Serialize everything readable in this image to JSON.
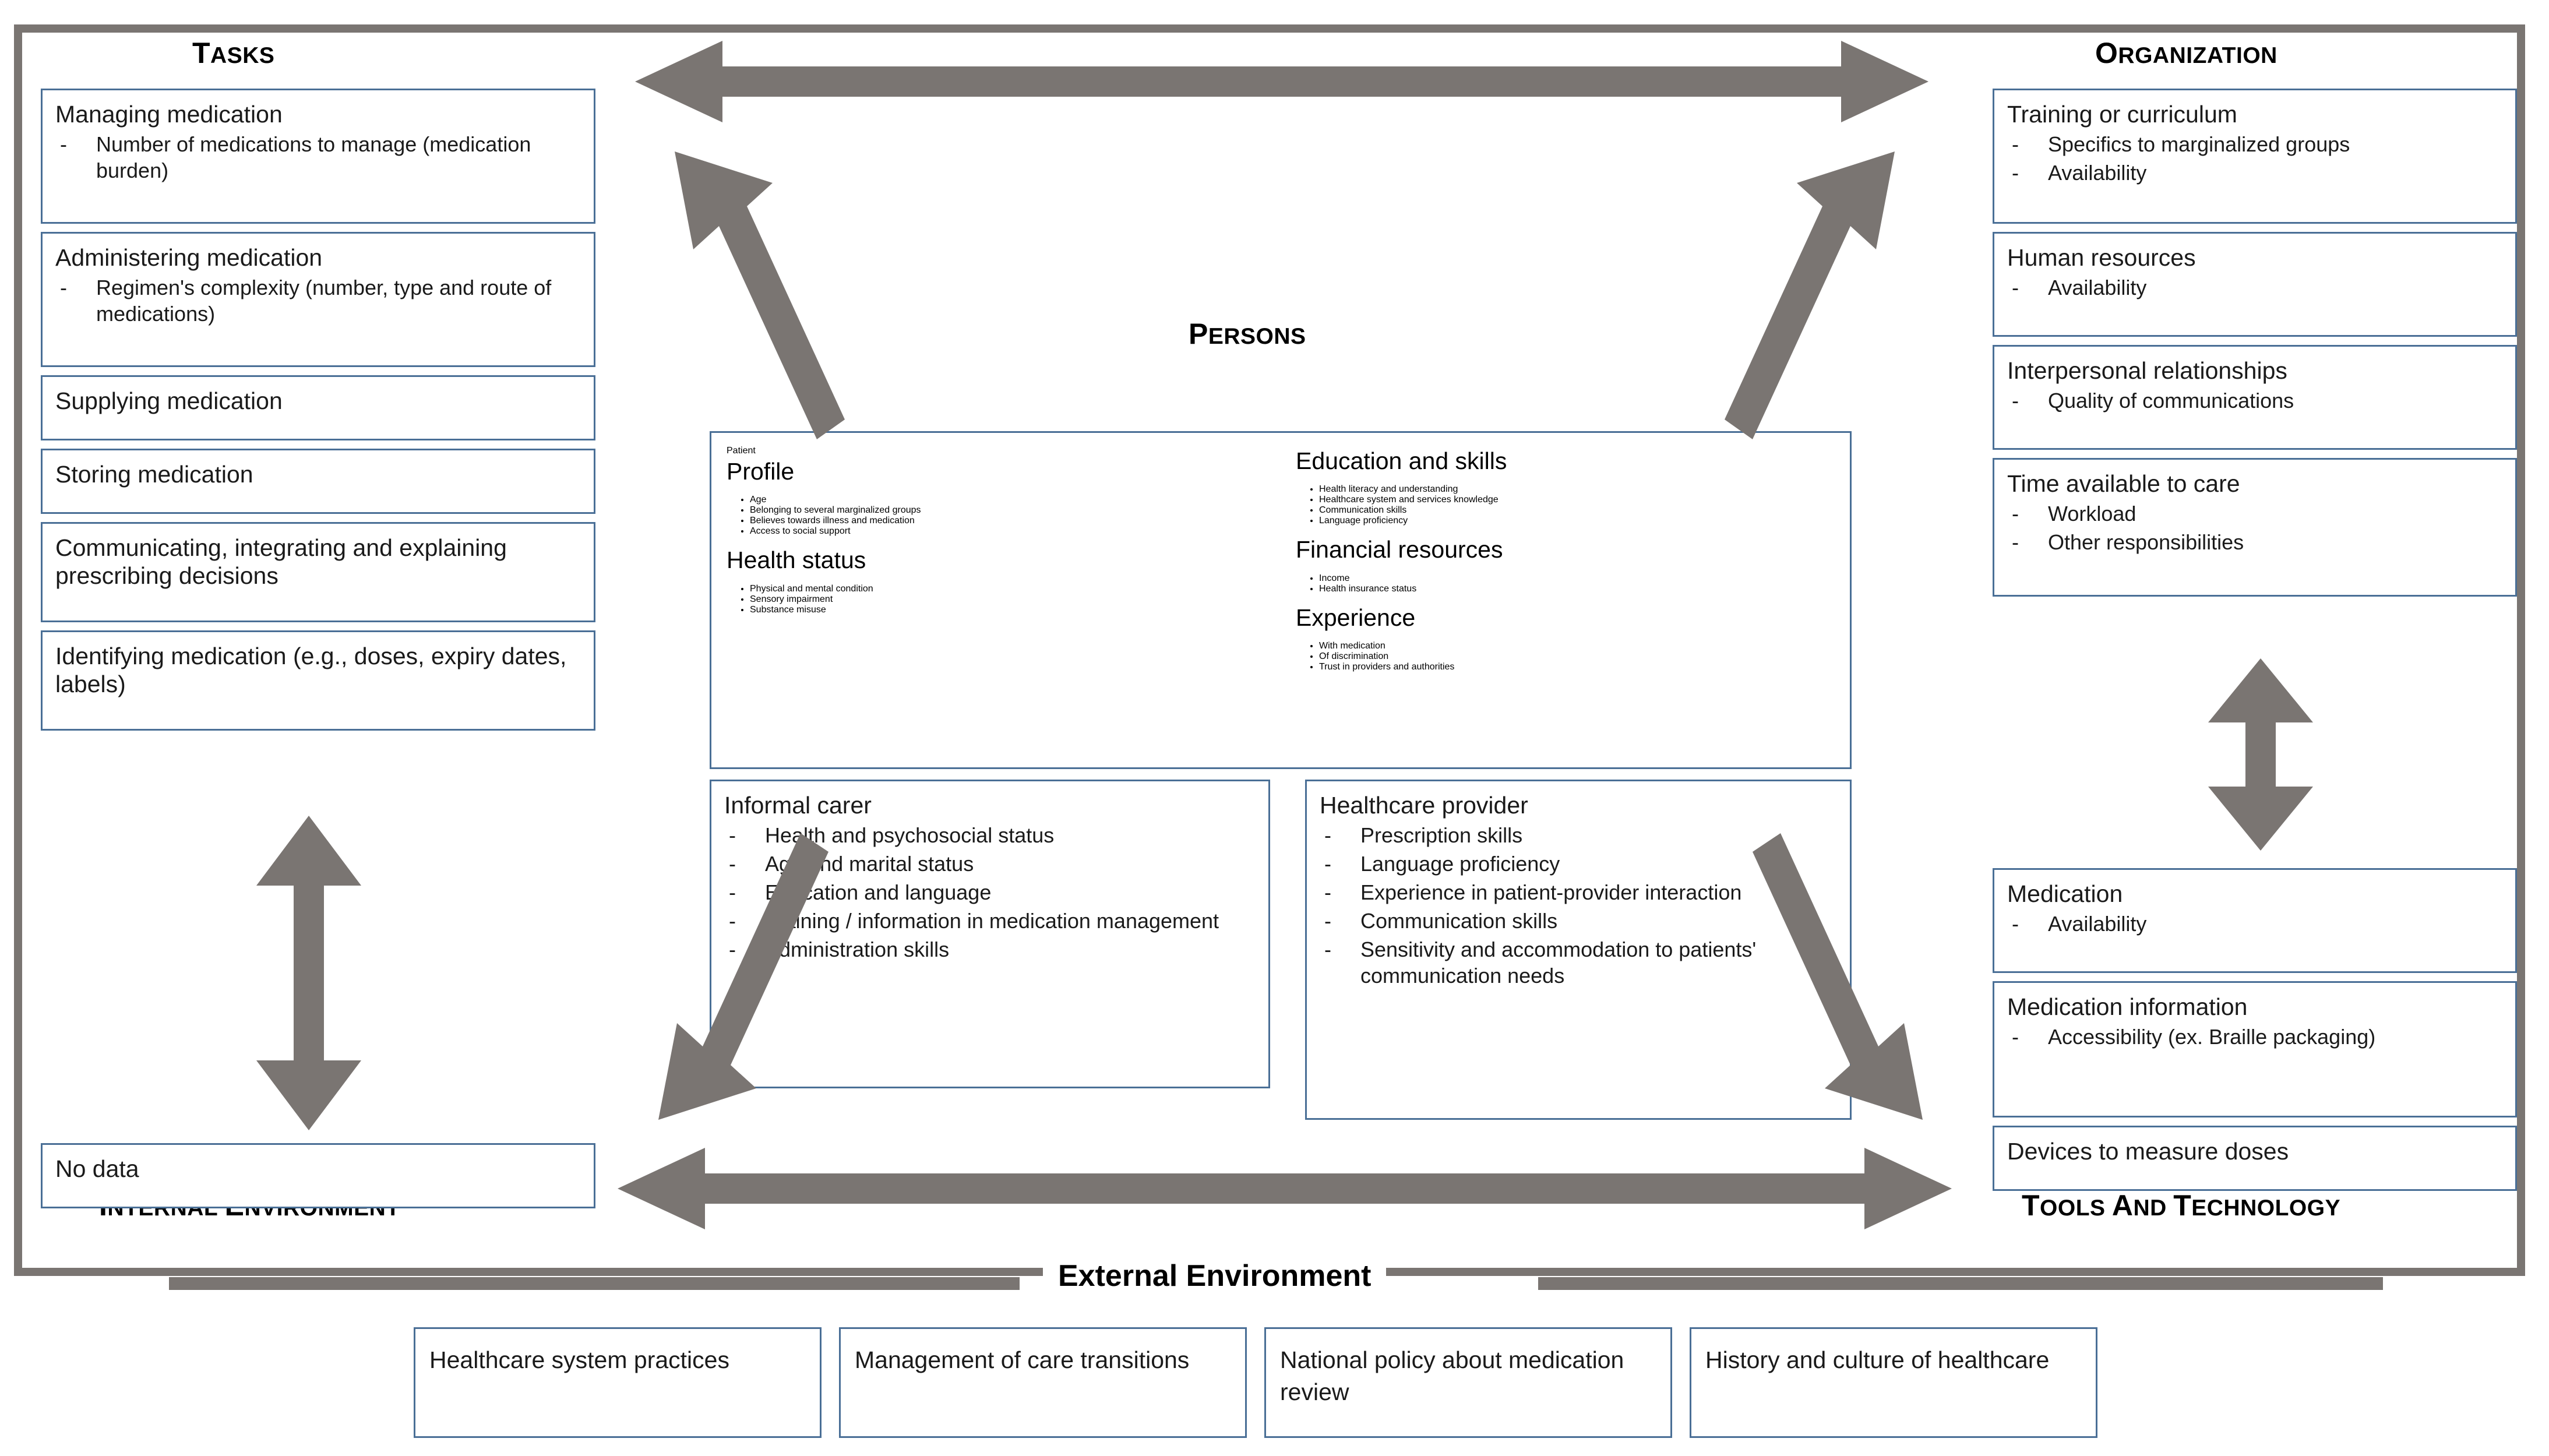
{
  "colors": {
    "arrow_gray": "#7a7572",
    "frame_gray": "#7a7572",
    "box_blue": "#4a6f96",
    "text": "#1a1a1a"
  },
  "headings": {
    "tasks": "Tasks",
    "organization": "Organization",
    "persons": "Persons",
    "internal_environment": "Internal environment",
    "tools_and_technology": "Tools and Technology",
    "external_environment": "External Environment"
  },
  "tasks": {
    "cards": [
      {
        "title": "Managing medication",
        "items": [
          "Number of medications to manage (medication burden)"
        ]
      },
      {
        "title": "Administering medication",
        "items": [
          "Regimen's complexity (number, type and route of medications)"
        ]
      },
      {
        "title": "Supplying medication",
        "items": []
      },
      {
        "title": "Storing medication",
        "items": []
      },
      {
        "title": "Communicating, integrating and explaining prescribing decisions",
        "items": []
      },
      {
        "title": "Identifying medication (e.g., doses, expiry dates, labels)",
        "items": []
      },
      {
        "title": "No data",
        "items": []
      }
    ]
  },
  "persons": {
    "patient": {
      "title": "Patient",
      "groups": [
        {
          "name": "Profile",
          "items": [
            "Age",
            "Belonging to several marginalized groups",
            "Believes towards illness and medication",
            "Access to social support"
          ]
        },
        {
          "name": "Health status",
          "items": [
            "Physical and mental condition",
            "Sensory impairment",
            "Substance misuse"
          ]
        }
      ]
    },
    "patient_right": {
      "groups": [
        {
          "name": "Education and skills",
          "items": [
            "Health literacy and understanding",
            "Healthcare system and services knowledge",
            "Communication skills",
            "Language proficiency"
          ]
        },
        {
          "name": "Financial resources",
          "items": [
            "Income",
            "Health insurance status"
          ]
        },
        {
          "name": "Experience",
          "items": [
            "With medication",
            "Of discrimination",
            "Trust in providers and authorities"
          ]
        }
      ]
    },
    "informal_carer": {
      "title": "Informal carer",
      "items": [
        "Health and psychosocial status",
        "Age and marital status",
        "Education and language",
        "Training / information in medication management",
        "Administration skills"
      ]
    },
    "healthcare_provider": {
      "title": "Healthcare provider",
      "items": [
        "Prescription skills",
        "Language proficiency",
        "Experience in patient-provider interaction",
        "Communication skills",
        "Sensitivity and accommodation to patients' communication needs"
      ]
    }
  },
  "organization": {
    "cards": [
      {
        "title": "Training or curriculum",
        "items": [
          "Specifics to marginalized groups",
          "Availability"
        ]
      },
      {
        "title": "Human resources",
        "items": [
          "Availability"
        ]
      },
      {
        "title": "Interpersonal relationships",
        "items": [
          "Quality of communications"
        ]
      },
      {
        "title": "Time available to care",
        "items": [
          "Workload",
          "Other responsibilities"
        ]
      }
    ]
  },
  "tools_and_technology": {
    "cards": [
      {
        "title": "Medication",
        "items": [
          "Availability"
        ]
      },
      {
        "title": "Medication information",
        "items": [
          "Accessibility (ex. Braille packaging)"
        ]
      },
      {
        "title": "Devices to measure doses",
        "items": []
      }
    ]
  },
  "external_environment": {
    "boxes": [
      "Healthcare system practices",
      "Management of care transitions",
      "National policy about medication review",
      "History and culture of healthcare"
    ]
  },
  "arrows": {
    "top_horizontal": "double-headed-horizontal-arrow",
    "bottom_horizontal": "double-headed-horizontal-arrow",
    "left_vertical": "double-headed-vertical-arrow",
    "right_vertical": "double-headed-vertical-arrow",
    "persons_upper_left": "diagonal-arrow-up-left",
    "persons_upper_right": "diagonal-arrow-up-right",
    "persons_lower_left": "diagonal-arrow-down-left",
    "persons_lower_right": "diagonal-arrow-down-right"
  }
}
